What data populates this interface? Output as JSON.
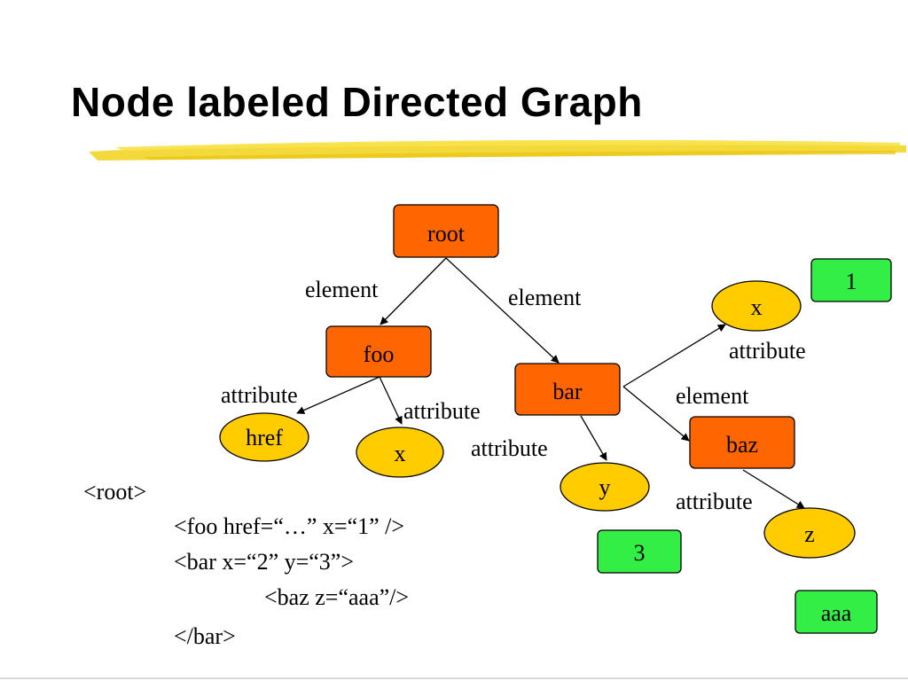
{
  "title": "Node labeled Directed Graph",
  "colors": {
    "element_node": "#ff6600",
    "attribute_node": "#ffcc00",
    "value_node": "#33ee44",
    "highlight": "#f2d21a"
  },
  "nodes": {
    "root": "root",
    "foo": "foo",
    "bar": "bar",
    "baz": "baz",
    "href": "href",
    "foo_x": "x",
    "bar_x": "x",
    "bar_y": "y",
    "baz_z": "z",
    "val_1": "1",
    "val_3": "3",
    "val_aaa": "aaa"
  },
  "edge_labels": {
    "root_foo": "element",
    "root_bar": "element",
    "foo_href": "attribute",
    "foo_x": "attribute",
    "bar_x": "attribute",
    "bar_baz": "element",
    "bar_y": "attribute",
    "baz_z": "attribute"
  },
  "xml_lines": [
    "<root>",
    "<foo href=“…” x=“1” />",
    "<bar x=“2” y=“3”>",
    "<baz z=“aaa”/>",
    "</bar>"
  ]
}
